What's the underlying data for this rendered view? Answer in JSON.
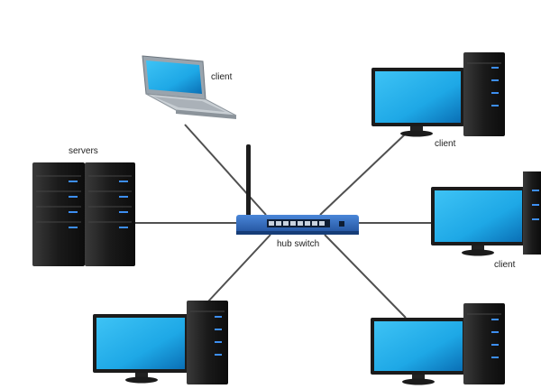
{
  "labels": {
    "laptop": "client",
    "servers": "servers",
    "switch": "hub switch",
    "client_top_right": "client",
    "client_right": "client"
  },
  "colors": {
    "screen": "#1ea8e6",
    "screen_dark": "#0a6fb5",
    "tower": "#1c1c1c",
    "switch_body": "#2a64b8",
    "cable": "#505050",
    "led": "#3d8ef0"
  },
  "icons": [
    "laptop-icon",
    "monitor-icon",
    "tower-icon",
    "server-rack-icon",
    "switch-icon",
    "antenna-icon"
  ]
}
